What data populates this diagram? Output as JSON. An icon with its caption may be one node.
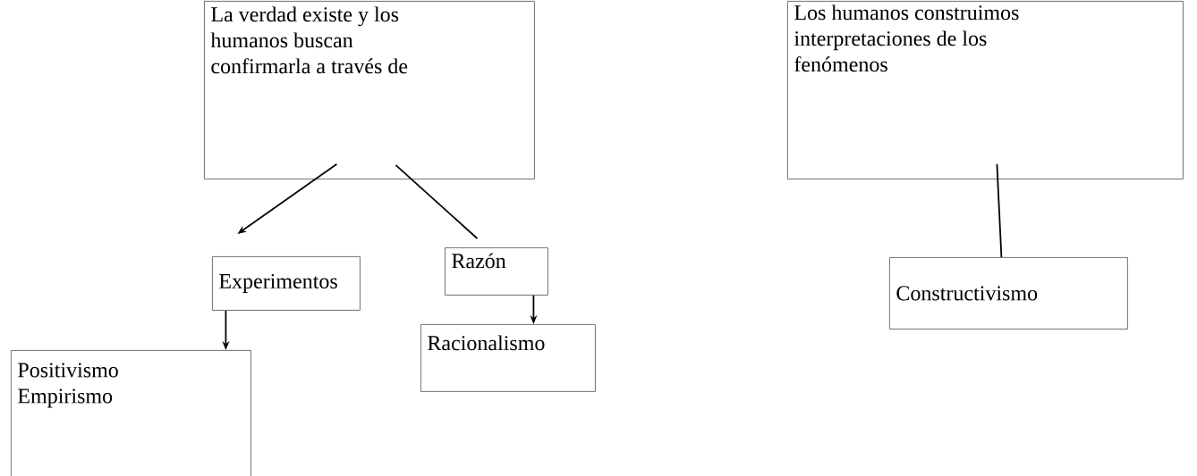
{
  "diagram": {
    "nodes": [
      {
        "text": [
          "La verdad existe y los humanos buscan confirmarla a través de"
        ]
      },
      {
        "text": [
          "Experimentos"
        ]
      },
      {
        "text": [
          "Razón"
        ]
      },
      {
        "text": [
          "Positivismo Empirismo"
        ]
      },
      {
        "text": [
          "Racionalismo"
        ]
      },
      {
        "text": [
          "Los humanos construimos interpretaciones de los fenómenos"
        ]
      },
      {
        "text": [
          "Constructivismo"
        ]
      }
    ],
    "edges": [
      {
        "from": 0,
        "to": 1,
        "arrow": "to"
      },
      {
        "from": 0,
        "to": 2,
        "arrow": "none"
      },
      {
        "from": 1,
        "to": 3,
        "arrow": "to"
      },
      {
        "from": 2,
        "to": 4,
        "arrow": "to"
      },
      {
        "from": 5,
        "to": 6,
        "arrow": "none"
      }
    ]
  }
}
